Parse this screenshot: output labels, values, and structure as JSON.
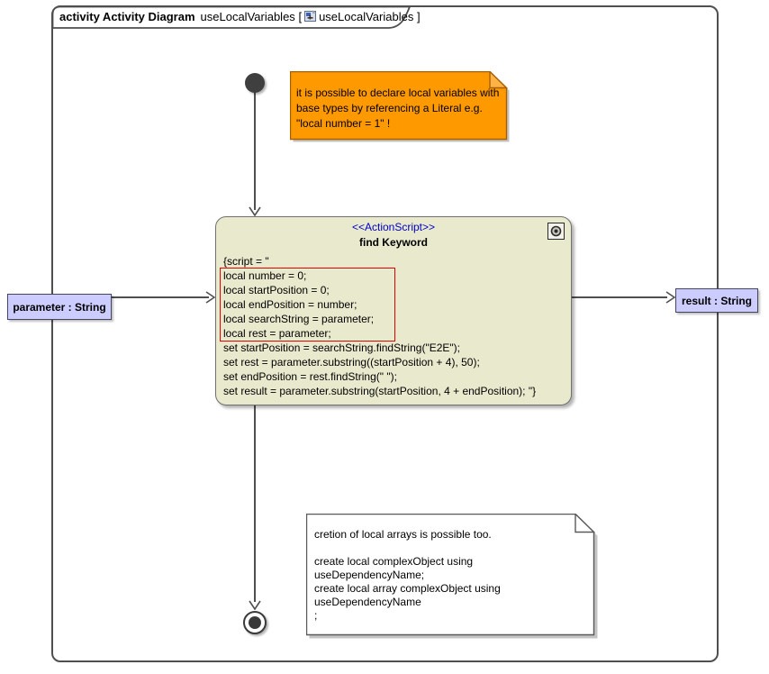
{
  "frame": {
    "tab": {
      "keyword": "activity Activity Diagram",
      "name": "useLocalVariables",
      "open_bracket": "[",
      "ref_name": "useLocalVariables",
      "close_bracket": "]"
    }
  },
  "orange_note": {
    "lines": [
      "it is possible to declare local variables with",
      "base types by referencing a Literal e.g.",
      "\"local number = 1\" !"
    ]
  },
  "action_node": {
    "stereotype": "<<ActionScript>>",
    "name": "find Keyword",
    "script_open": "{script = \"",
    "local_lines": [
      "local number = 0;",
      "local startPosition = 0;",
      "local endPosition = number;",
      "local searchString = parameter;",
      "local rest = parameter;"
    ],
    "set_lines": [
      "set startPosition = searchString.findString(\"E2E\");",
      "set rest = parameter.substring((startPosition + 4), 50);",
      "set endPosition = rest.findString(\" \");",
      "set result = parameter.substring(startPosition, 4 + endPosition); \"}"
    ]
  },
  "white_note": {
    "lines": [
      "cretion of local arrays is possible too.",
      "",
      "create local complexObject using",
      "useDependencyName;",
      "create local array complexObject using",
      "useDependencyName",
      ";"
    ]
  },
  "parameter_node": {
    "label": "parameter : String"
  },
  "result_node": {
    "label": "result : String"
  },
  "colors": {
    "action_fill": "#e9e9cd",
    "note_orange": "#ff9900",
    "pin_fill": "#ccccff",
    "highlight_red": "#e00000",
    "stereotype_blue": "#0000cc",
    "line_gray": "#4f4f4f"
  }
}
